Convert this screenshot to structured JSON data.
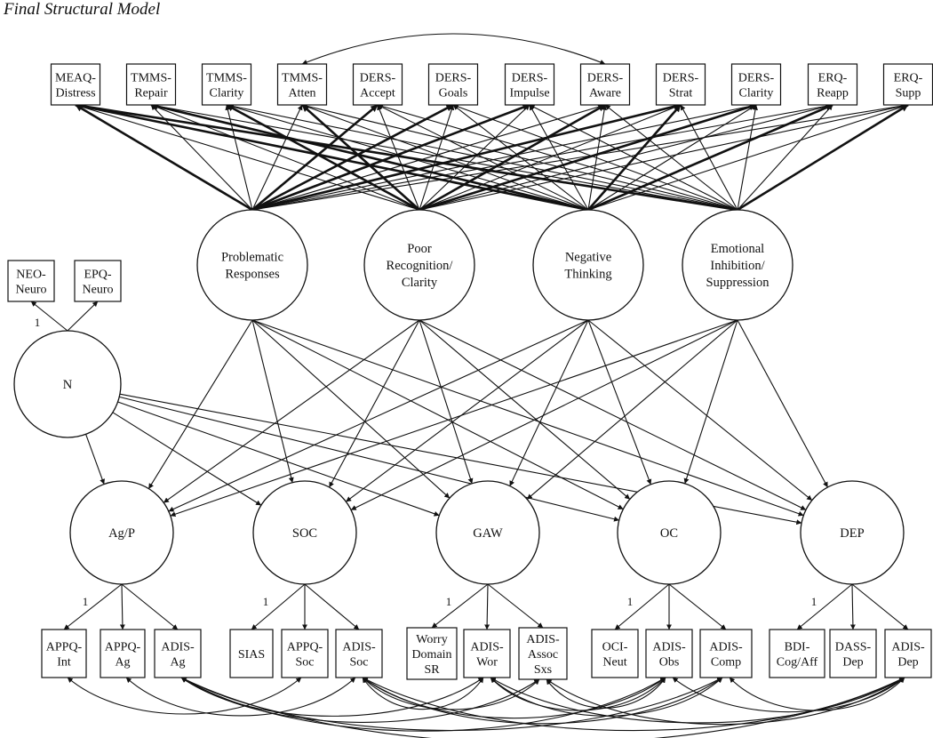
{
  "title": "Final Structural Model",
  "indicators": [
    {
      "id": "meaq-distress",
      "lines": [
        "MEAQ-",
        "Distress"
      ]
    },
    {
      "id": "tmms-repair",
      "lines": [
        "TMMS-",
        "Repair"
      ]
    },
    {
      "id": "tmms-clarity",
      "lines": [
        "TMMS-",
        "Clarity"
      ]
    },
    {
      "id": "tmms-atten",
      "lines": [
        "TMMS-",
        "Atten"
      ]
    },
    {
      "id": "ders-accept",
      "lines": [
        "DERS-",
        "Accept"
      ]
    },
    {
      "id": "ders-goals",
      "lines": [
        "DERS-",
        "Goals"
      ]
    },
    {
      "id": "ders-impulse",
      "lines": [
        "DERS-",
        "Impulse"
      ]
    },
    {
      "id": "ders-aware",
      "lines": [
        "DERS-",
        "Aware"
      ]
    },
    {
      "id": "ders-strat",
      "lines": [
        "DERS-",
        "Strat"
      ]
    },
    {
      "id": "ders-clarity",
      "lines": [
        "DERS-",
        "Clarity"
      ]
    },
    {
      "id": "erq-reapp",
      "lines": [
        "ERQ-",
        "Reapp"
      ]
    },
    {
      "id": "erq-supp",
      "lines": [
        "ERQ-",
        "Supp"
      ]
    },
    {
      "id": "neo-neuro",
      "lines": [
        "NEO-",
        "Neuro"
      ]
    },
    {
      "id": "epq-neuro",
      "lines": [
        "EPQ-",
        "Neuro"
      ]
    },
    {
      "id": "appq-int",
      "lines": [
        "APPQ-",
        "Int"
      ]
    },
    {
      "id": "appq-ag",
      "lines": [
        "APPQ-",
        "Ag"
      ]
    },
    {
      "id": "adis-ag",
      "lines": [
        "ADIS-",
        "Ag"
      ]
    },
    {
      "id": "sias",
      "lines": [
        "SIAS"
      ]
    },
    {
      "id": "appq-soc",
      "lines": [
        "APPQ-",
        "Soc"
      ]
    },
    {
      "id": "adis-soc",
      "lines": [
        "ADIS-",
        "Soc"
      ]
    },
    {
      "id": "worry-domain-sr",
      "lines": [
        "Worry",
        "Domain",
        "SR"
      ]
    },
    {
      "id": "adis-wor",
      "lines": [
        "ADIS-",
        "Wor"
      ]
    },
    {
      "id": "adis-assoc-sxs",
      "lines": [
        "ADIS-",
        "Assoc",
        "Sxs"
      ]
    },
    {
      "id": "oci-neut",
      "lines": [
        "OCI-",
        "Neut"
      ]
    },
    {
      "id": "adis-obs",
      "lines": [
        "ADIS-",
        "Obs"
      ]
    },
    {
      "id": "adis-comp",
      "lines": [
        "ADIS-",
        "Comp"
      ]
    },
    {
      "id": "bdi-cog-aff",
      "lines": [
        "BDI-",
        "Cog/Aff"
      ]
    },
    {
      "id": "dass-dep",
      "lines": [
        "DASS-",
        "Dep"
      ]
    },
    {
      "id": "adis-dep",
      "lines": [
        "ADIS-",
        "Dep"
      ]
    }
  ],
  "latents": [
    {
      "id": "problematic-responses",
      "lines": [
        "Problematic",
        "Responses"
      ]
    },
    {
      "id": "poor-recognition-clarity",
      "lines": [
        "Poor",
        "Recognition/",
        "Clarity"
      ]
    },
    {
      "id": "negative-thinking",
      "lines": [
        "Negative",
        "Thinking"
      ]
    },
    {
      "id": "emotional-inhibition-suppression",
      "lines": [
        "Emotional",
        "Inhibition/",
        "Suppression"
      ]
    },
    {
      "id": "n",
      "lines": [
        "N"
      ]
    },
    {
      "id": "ag-p",
      "lines": [
        "Ag/P"
      ]
    },
    {
      "id": "soc",
      "lines": [
        "SOC"
      ]
    },
    {
      "id": "gaw",
      "lines": [
        "GAW"
      ]
    },
    {
      "id": "oc",
      "lines": [
        "OC"
      ]
    },
    {
      "id": "dep",
      "lines": [
        "DEP"
      ]
    }
  ],
  "fixed_loading_label": "1",
  "heavy_loadings": [
    [
      "problematic-responses",
      "meaq-distress"
    ],
    [
      "problematic-responses",
      "ders-accept"
    ],
    [
      "problematic-responses",
      "ders-goals"
    ],
    [
      "problematic-responses",
      "ders-impulse"
    ],
    [
      "problematic-responses",
      "ders-strat"
    ],
    [
      "poor-recognition-clarity",
      "tmms-clarity"
    ],
    [
      "poor-recognition-clarity",
      "tmms-atten"
    ],
    [
      "poor-recognition-clarity",
      "ders-aware"
    ],
    [
      "poor-recognition-clarity",
      "ders-clarity"
    ],
    [
      "negative-thinking",
      "meaq-distress"
    ],
    [
      "negative-thinking",
      "tmms-repair"
    ],
    [
      "negative-thinking",
      "ders-strat"
    ],
    [
      "negative-thinking",
      "erq-reapp"
    ],
    [
      "emotional-inhibition-suppression",
      "meaq-distress"
    ],
    [
      "emotional-inhibition-suppression",
      "erq-supp"
    ]
  ],
  "correlations": [
    [
      "tmms-atten",
      "ders-aware"
    ],
    [
      "appq-int",
      "appq-soc"
    ],
    [
      "appq-ag",
      "adis-soc"
    ],
    [
      "adis-ag",
      "adis-wor"
    ],
    [
      "adis-ag",
      "adis-assoc-sxs"
    ],
    [
      "adis-ag",
      "adis-obs"
    ],
    [
      "adis-ag",
      "adis-comp"
    ],
    [
      "adis-ag",
      "adis-dep"
    ],
    [
      "adis-soc",
      "adis-wor"
    ],
    [
      "adis-soc",
      "adis-assoc-sxs"
    ],
    [
      "adis-soc",
      "adis-obs"
    ],
    [
      "adis-soc",
      "adis-comp"
    ],
    [
      "adis-soc",
      "adis-dep"
    ],
    [
      "adis-wor",
      "adis-obs"
    ],
    [
      "adis-wor",
      "adis-comp"
    ],
    [
      "adis-wor",
      "adis-dep"
    ],
    [
      "adis-assoc-sxs",
      "adis-obs"
    ],
    [
      "adis-assoc-sxs",
      "adis-dep"
    ],
    [
      "adis-obs",
      "adis-dep"
    ],
    [
      "adis-comp",
      "adis-dep"
    ]
  ]
}
